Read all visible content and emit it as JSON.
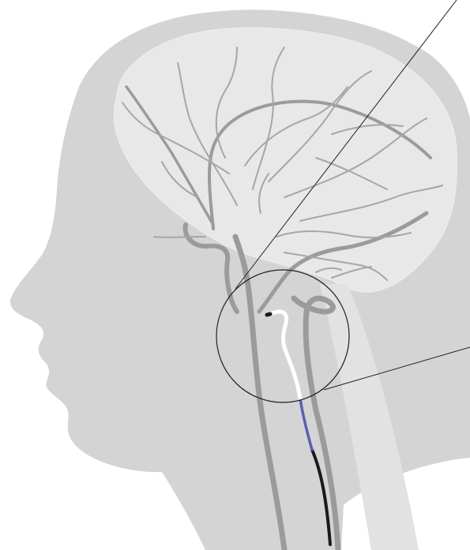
{
  "figure": {
    "subject": "head-profile-cerebral-arteries-with-catheter",
    "colors": {
      "background": "#ffffff",
      "head_silhouette": "#d4d4d4",
      "brain": "#e8e8e8",
      "brain_outline": "#efefef",
      "neck_band": "#e2e2e2",
      "artery_major": "#9b9b9b",
      "artery_minor": "#a6a6a6",
      "magnifier_ring": "#231f20",
      "catheter_shaft": "#1a1a1a",
      "catheter_segment": "#5b5fb0",
      "stent_coil": "#ffffff"
    },
    "callout": {
      "shape": "circle",
      "leader_lines": 2
    }
  }
}
